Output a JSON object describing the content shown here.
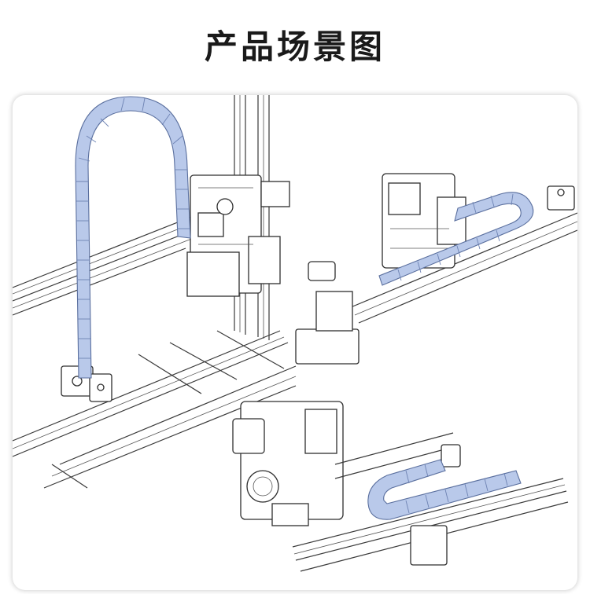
{
  "title": "产品场景图",
  "colors": {
    "chain": "#b9c9ea",
    "chain_outline": "#5a6f9e",
    "line_art": "#2e2e2e"
  },
  "scenes": [
    {
      "name": "vertical-u-loop"
    },
    {
      "name": "horizontal-carriage"
    },
    {
      "name": "toolhead-loop"
    }
  ]
}
